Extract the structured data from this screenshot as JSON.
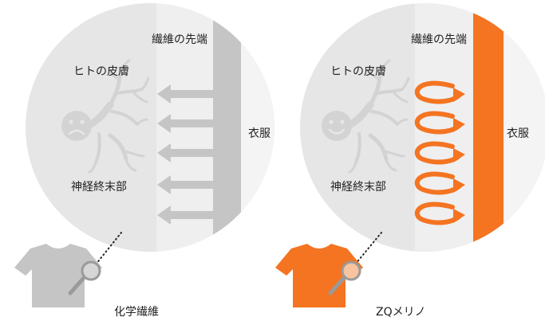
{
  "left_panel": {
    "fiber_tip_label": "繊維の先端",
    "skin_label": "ヒトの皮膚",
    "clothing_label": "衣服",
    "nerve_label": "神経終末部",
    "caption": "化学繊維",
    "face": "sad",
    "fabric_color": "#c5c5c5",
    "arrow_color": "#c5c5c5",
    "shirt_color": "#c5c5c5"
  },
  "right_panel": {
    "fiber_tip_label": "繊維の先端",
    "skin_label": "ヒトの皮膚",
    "clothing_label": "衣服",
    "nerve_label": "神経終末部",
    "caption": "ZQメリノ",
    "face": "happy",
    "fabric_color": "#f47421",
    "arrow_color": "#f47421",
    "shirt_color": "#f47421"
  },
  "colors": {
    "circle_bg": "#e6e6e6",
    "inner_band": "#efefef",
    "nerve": "#d3d3d3",
    "magnifier": "#9a9a9a"
  }
}
